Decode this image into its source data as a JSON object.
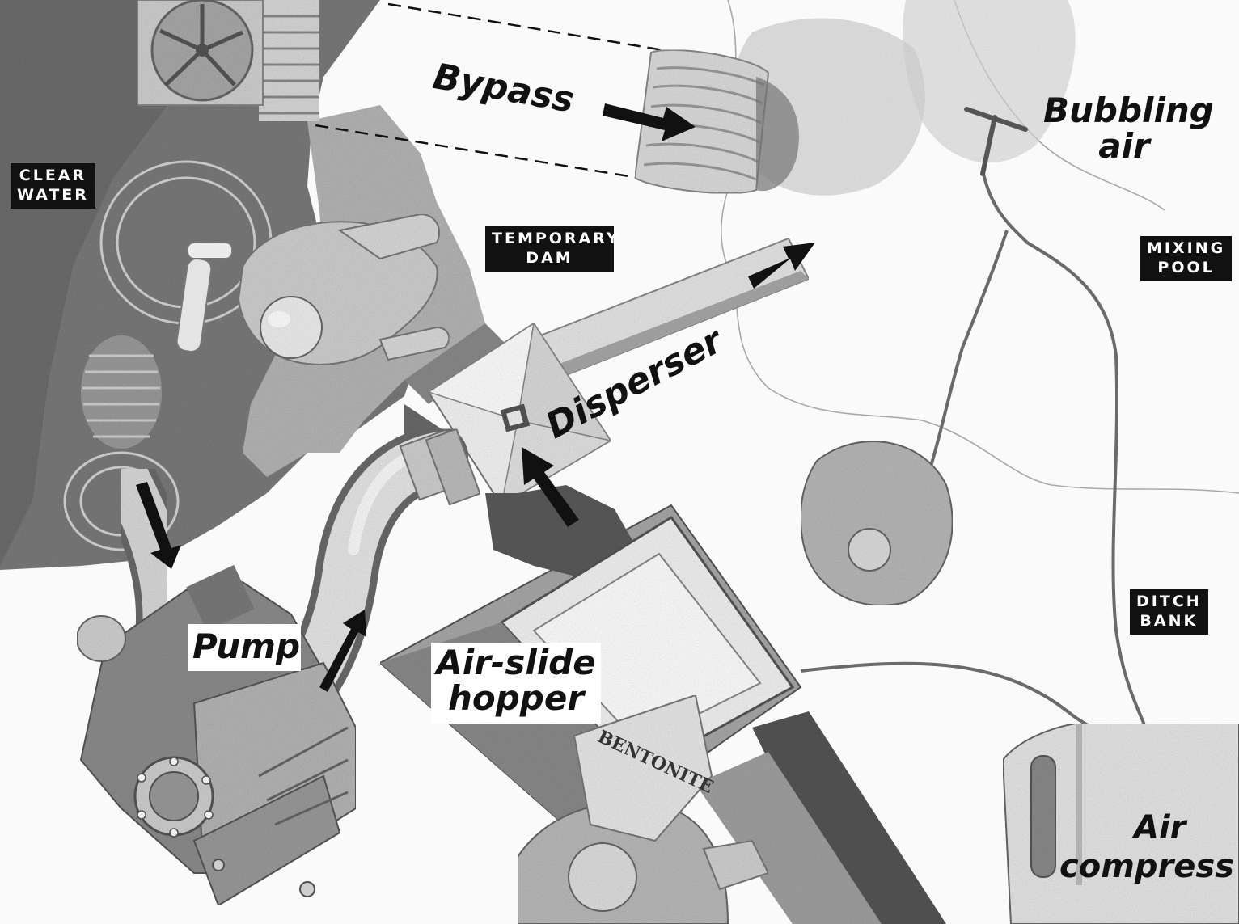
{
  "labels": {
    "bypass": "Bypass",
    "bubbling_air_line1": "Bubbling",
    "bubbling_air_line2": "air",
    "clear_water_line1": "CLEAR",
    "clear_water_line2": "WATER",
    "temporary_dam_line1": "TEMPORARY",
    "temporary_dam_line2": "DAM",
    "mixing_pool_line1": "MIXING",
    "mixing_pool_line2": "POOL",
    "disperser": "Disperser",
    "ditch_bank_line1": "DITCH",
    "ditch_bank_line2": "BANK",
    "pump": "Pump",
    "air_slide_hopper_line1": "Air-slide",
    "air_slide_hopper_line2": "hopper",
    "air_compressor_line1": "Air",
    "air_compressor_line2": "compress",
    "bentonite_bag": "BENTONITE"
  },
  "colors": {
    "label_box_bg": "#111111",
    "label_box_text": "#ffffff",
    "ink": "#111111",
    "water_dark": "#6f6f6f",
    "pencil": "#9a9a9a"
  }
}
